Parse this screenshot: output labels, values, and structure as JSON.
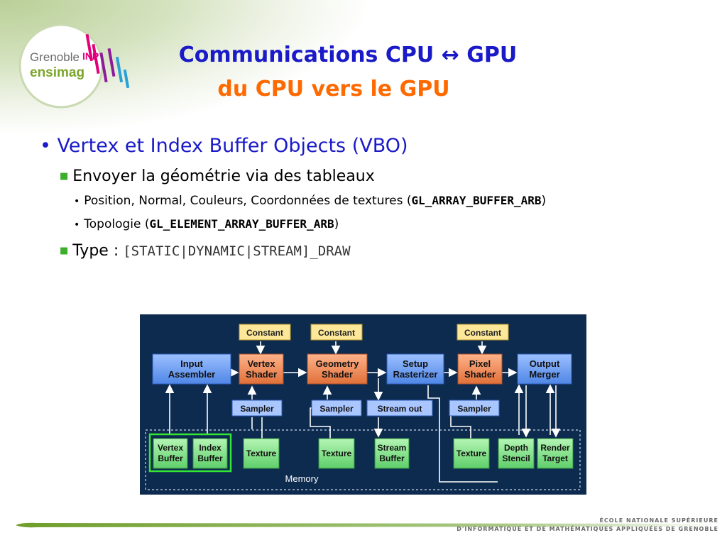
{
  "logo": {
    "line1": "Grenoble",
    "inp": "INP",
    "line2": "ensimag"
  },
  "title": {
    "line1": "Communications CPU ↔ GPU",
    "line2": "du CPU vers le GPU"
  },
  "bullets": {
    "l1": "Vertex et Index Buffer Objects (VBO)",
    "l2": "Envoyer la géométrie via des tableaux",
    "l3_text": "Position, Normal, Couleurs, Coordonnées de textures (",
    "l3_code": "GL_ARRAY_BUFFER_ARB",
    "l3_end": ")",
    "l4_text": "Topologie (",
    "l4_code": "GL_ELEMENT_ARRAY_BUFFER_ARB",
    "l4_end": ")",
    "l5_text": "Type :",
    "l5_code": "[STATIC|DYNAMIC|STREAM]_DRAW"
  },
  "diagram": {
    "constant": "Constant",
    "input1": "Input",
    "input2": "Assembler",
    "vs1": "Vertex",
    "vs2": "Shader",
    "gs1": "Geometry",
    "gs2": "Shader",
    "setup1": "Setup",
    "setup2": "Rasterizer",
    "ps1": "Pixel",
    "ps2": "Shader",
    "om1": "Output",
    "om2": "Merger",
    "sampler": "Sampler",
    "streamout": "Stream out",
    "vb1": "Vertex",
    "vb2": "Buffer",
    "ib1": "Index",
    "ib2": "Buffer",
    "texture": "Texture",
    "sb1": "Stream",
    "sb2": "Buffer",
    "ds1": "Depth",
    "ds2": "Stencil",
    "rt1": "Render",
    "rt2": "Target",
    "memory": "Memory"
  },
  "footer": {
    "school1": "ÉCOLE NATIONALE SUPÉRIEURE",
    "school2": "D'INFORMATIQUE ET DE MATHÉMATIQUES APPLIQUÉES DE GRENOBLE"
  },
  "colors": {
    "title_blue": "#1a1ac8",
    "title_orange": "#ff6a00",
    "diagram_bg": "#0d2a4f",
    "stage_blue": "#6e9ef2",
    "stage_orange": "#f08c5a",
    "memory_green": "#82e08a",
    "constant_yellow": "#fde89a"
  }
}
